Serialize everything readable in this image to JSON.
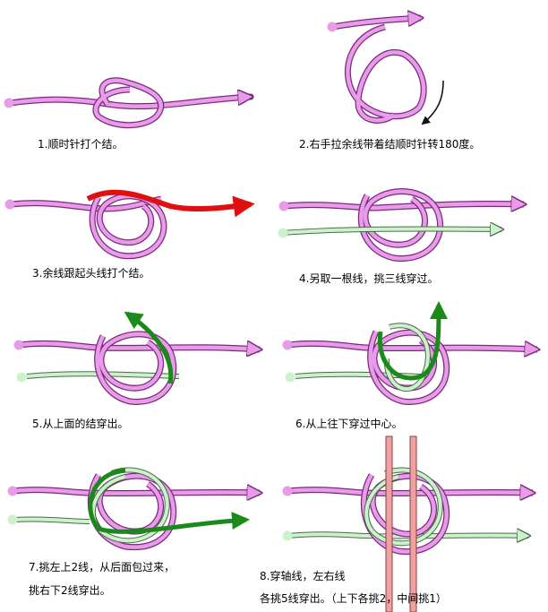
{
  "steps": [
    {
      "caption": "1.顺时针打个结。"
    },
    {
      "caption": "2.右手拉余线带着结顺时针转180度。"
    },
    {
      "caption": "3.余线跟起头线打个结。"
    },
    {
      "caption": "4.另取一根线，挑三线穿过。"
    },
    {
      "caption": "5.从上面的结穿出。"
    },
    {
      "caption": "6.从上往下穿过中心。"
    },
    {
      "caption": "7.挑左上2线，从后面包过来，",
      "caption_line2": "挑右下2线穿出。"
    },
    {
      "caption": "8.穿轴线，左右线",
      "caption_line2": "各挑5线穿出。（上下各挑2，中间挑1）"
    }
  ],
  "colors": {
    "pink_cord": "#e89be8",
    "pink_outline": "#7a2a7a",
    "green_cord": "#ccf2cc",
    "green_outline": "#4a6a4a",
    "red_cord": "#e01010",
    "dark_green_cord": "#1a8a1a",
    "axis_cord": "#f0a0a0",
    "arrow_black": "#111111"
  }
}
